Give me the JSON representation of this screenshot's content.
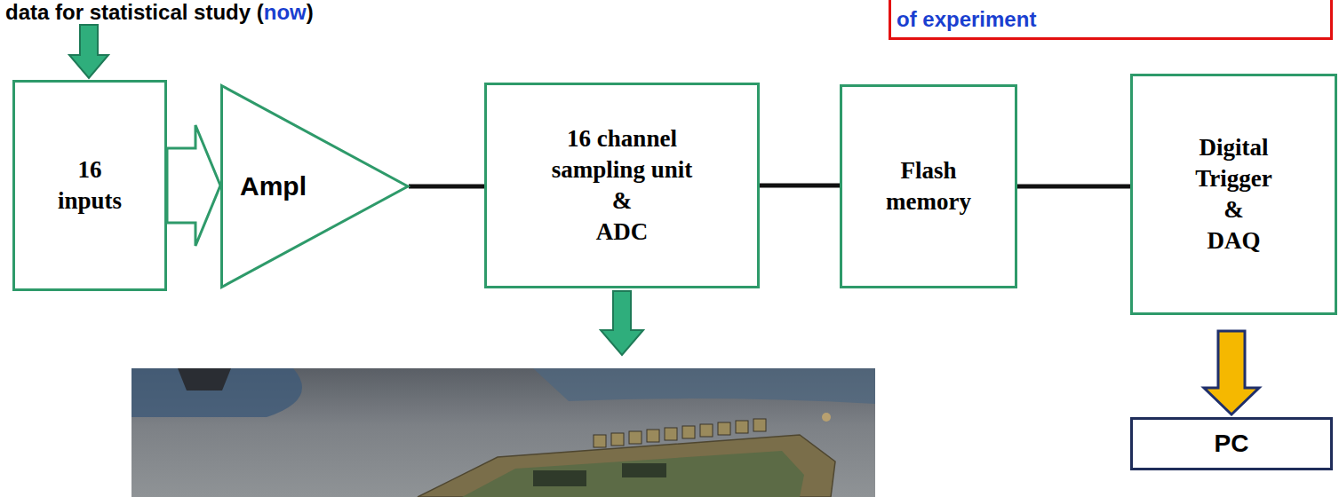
{
  "diagram": {
    "nodes": [
      {
        "text": [
          "of experiment"
        ]
      },
      {
        "text": [
          "16 inputs"
        ]
      },
      {
        "text": [
          "Ampl"
        ]
      },
      {
        "text": [
          "16 channel sampling unit",
          "&",
          "ADC"
        ]
      },
      {
        "text": [
          "Flash memory"
        ]
      },
      {
        "text": [
          "Digital Trigger",
          "&",
          "DAQ"
        ]
      },
      {
        "text": [
          "PC"
        ]
      }
    ],
    "edges": [
      {
        "from": 1,
        "to": 2,
        "arrow": "to"
      },
      {
        "from": 2,
        "to": 3,
        "arrow": "none"
      },
      {
        "from": 3,
        "to": 4,
        "arrow": "none"
      },
      {
        "from": 4,
        "to": 5,
        "arrow": "none"
      },
      {
        "from": 5,
        "to": 6,
        "arrow": "to"
      }
    ],
    "labels": [
      "data for statistical study (",
      "now",
      ")"
    ]
  }
}
